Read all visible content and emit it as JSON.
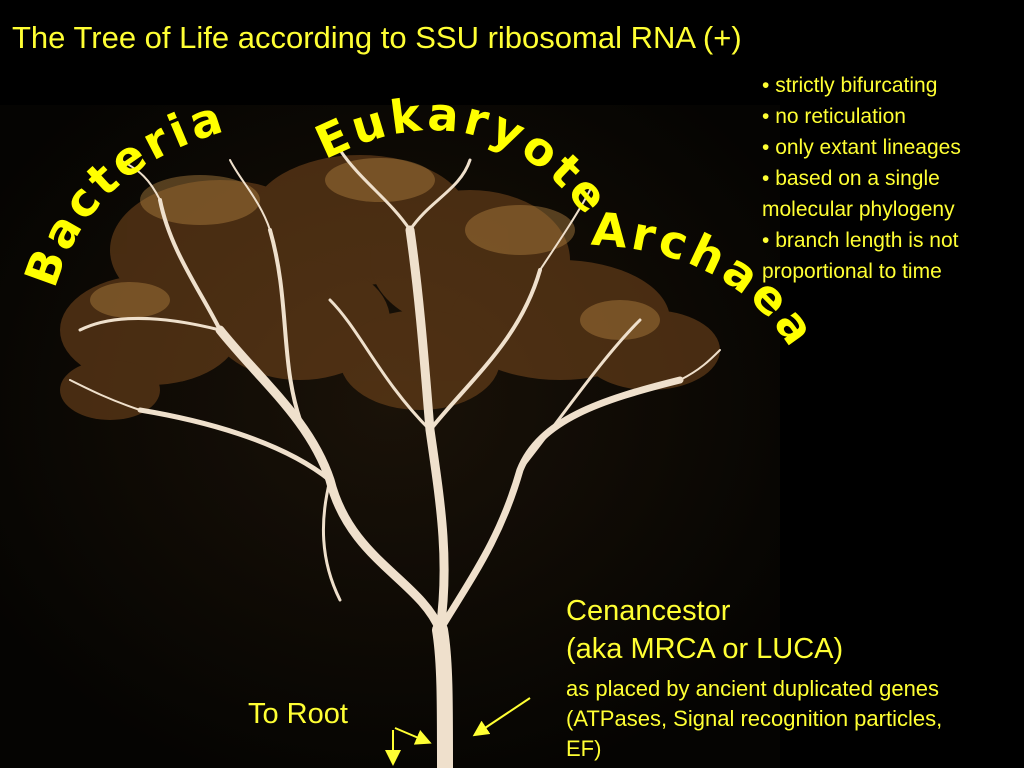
{
  "slide": {
    "title": "The Tree of Life according to SSU ribosomal RNA (+)",
    "bullets": [
      "strictly bifurcating",
      "no reticulation",
      "only extant lineages",
      "based on a single molecular phylogeny",
      "branch length is not proportional to time"
    ],
    "group_labels": {
      "bacteria": "Bacteria",
      "eukaryotes": "Eukaryotes",
      "archaea": "Archaea"
    },
    "cenancestor": {
      "title_line1": "Cenancestor",
      "title_line2": "(aka MRCA or LUCA)",
      "description": "as placed by ancient duplicated genes (ATPases, Signal recognition particles, EF)"
    },
    "root_label": "To Root"
  },
  "colors": {
    "text": "#ffff33",
    "background": "#000000",
    "branch": "#f0e2cf",
    "leaf": "#8a5a2a"
  }
}
